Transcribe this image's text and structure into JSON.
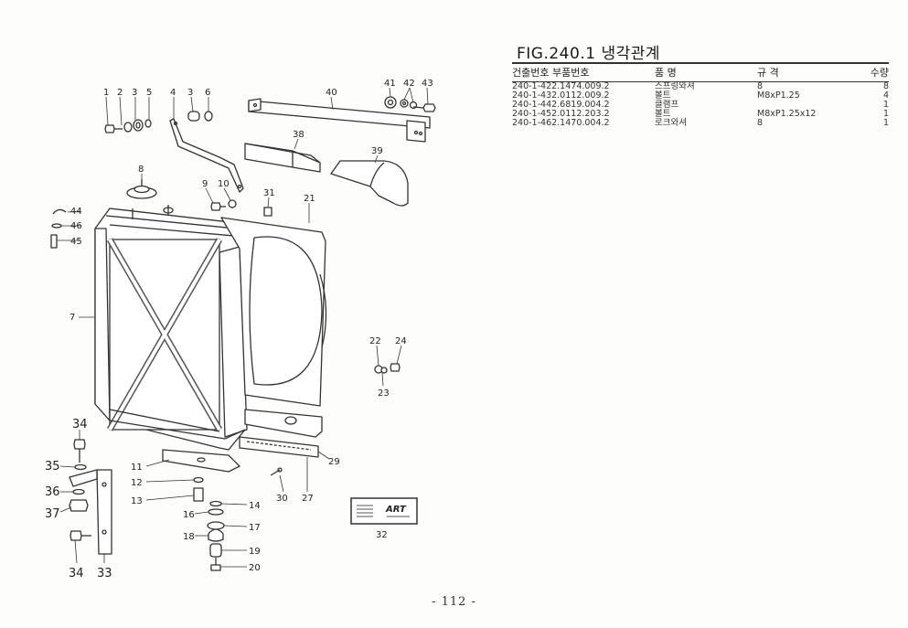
{
  "figure": {
    "title": "FIG.240.1 냉각관계"
  },
  "parts_table": {
    "headers": {
      "code": "건출번호  부품번호",
      "name": "품     명",
      "spec": "규     격",
      "qty": "수량"
    },
    "rows": [
      {
        "code": "240-1-422.1474.009.2",
        "name": "스프링와셔",
        "spec": "8",
        "qty": "8"
      },
      {
        "code": "240-1-432.0112.009.2",
        "name": "볼트",
        "spec": "M8xP1.25",
        "qty": "4"
      },
      {
        "code": "240-1-442.6819.004.2",
        "name": "클램프",
        "spec": "",
        "qty": "1"
      },
      {
        "code": "240-1-452.0112.203.2",
        "name": "볼트",
        "spec": "M8xP1.25x12",
        "qty": "1"
      },
      {
        "code": "240-1-462.1470.004.2",
        "name": "로크와셔",
        "spec": "8",
        "qty": "1"
      }
    ]
  },
  "callouts": [
    "1",
    "2",
    "3",
    "5",
    "4",
    "3",
    "6",
    "40",
    "41",
    "42",
    "43",
    "38",
    "39",
    "8",
    "9",
    "10",
    "31",
    "21",
    "44",
    "46",
    "45",
    "7",
    "22",
    "24",
    "23",
    "34",
    "35",
    "36",
    "37",
    "34",
    "33",
    "11",
    "12",
    "13",
    "16",
    "14",
    "17",
    "18",
    "19",
    "20",
    "30",
    "27",
    "29",
    "32"
  ],
  "plate_label": "ART",
  "page_number": "- 112 -"
}
